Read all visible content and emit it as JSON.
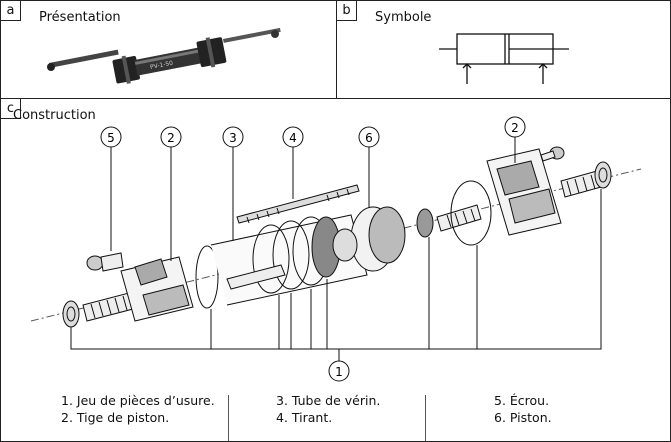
{
  "panels": {
    "a": {
      "tag": "a",
      "title": "Présentation"
    },
    "b": {
      "tag": "b",
      "title": "Symbole"
    },
    "c": {
      "tag": "c",
      "title": "Construction"
    }
  },
  "callouts": [
    "1",
    "2",
    "3",
    "4",
    "5",
    "6"
  ],
  "legend": {
    "col1": [
      "1. Jeu de pièces d’usure.",
      "2. Tige de piston."
    ],
    "col2": [
      "3. Tube de vérin.",
      "4. Tirant."
    ],
    "col3": [
      "5. Écrou.",
      "6. Piston."
    ]
  }
}
